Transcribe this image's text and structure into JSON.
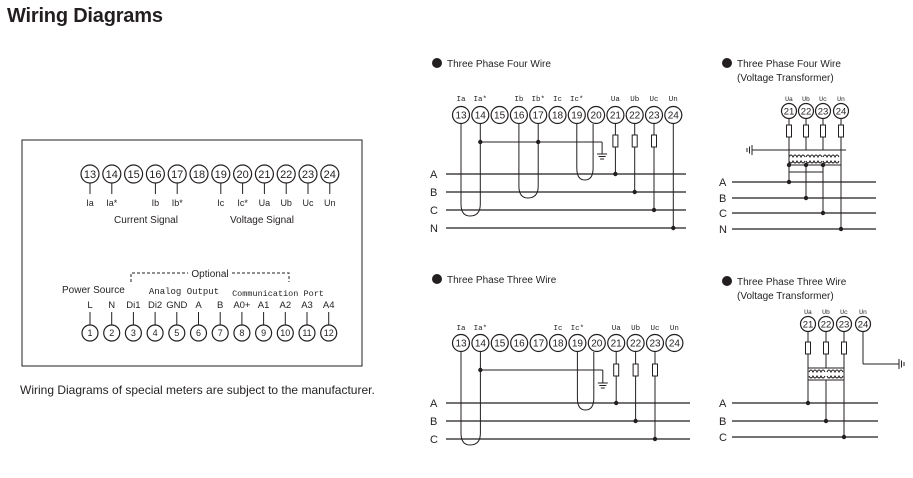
{
  "title": "Wiring Diagrams",
  "footnote": "Wiring Diagrams of special meters are subject to the manufacturer.",
  "meter": {
    "top_terminals": [
      "13",
      "14",
      "15",
      "16",
      "17",
      "18",
      "19",
      "20",
      "21",
      "22",
      "23",
      "24"
    ],
    "top_labels": [
      {
        "terminal": "13",
        "text": "Ia"
      },
      {
        "terminal": "14",
        "text": "Ia*"
      },
      {
        "terminal": "16",
        "text": "Ib"
      },
      {
        "terminal": "17",
        "text": "Ib*"
      },
      {
        "terminal": "19",
        "text": "Ic"
      },
      {
        "terminal": "20",
        "text": "Ic*"
      },
      {
        "terminal": "21",
        "text": "Ua"
      },
      {
        "terminal": "22",
        "text": "Ub"
      },
      {
        "terminal": "23",
        "text": "Uc"
      },
      {
        "terminal": "24",
        "text": "Un"
      }
    ],
    "current_signal": "Current Signal",
    "voltage_signal": "Voltage Signal",
    "optional": "Optional",
    "power_source": "Power Source",
    "analog_output": "Analog Output",
    "communication_port": "Communication Port",
    "bottom_labels": [
      "L",
      "N",
      "Di1",
      "Di2",
      "GND",
      "A",
      "B",
      "A0+",
      "A1",
      "A2",
      "A3",
      "A4"
    ],
    "bottom_terminals": [
      "1",
      "2",
      "3",
      "4",
      "5",
      "6",
      "7",
      "8",
      "9",
      "10",
      "11",
      "12"
    ]
  },
  "diagrams": [
    {
      "title": "Three Phase Four Wire",
      "subtitle": ""
    },
    {
      "title": "Three Phase Four Wire",
      "subtitle": "(Voltage Transformer)"
    },
    {
      "title": "Three Phase Three Wire",
      "subtitle": ""
    },
    {
      "title": "Three Phase Three Wire",
      "subtitle": "(Voltage Transformer)"
    }
  ],
  "phase_4w": [
    "A",
    "B",
    "C",
    "N"
  ],
  "phase_3w": [
    "A",
    "B",
    "C"
  ],
  "d1_labels": [
    {
      "terminal": "13",
      "text": "Ia"
    },
    {
      "terminal": "14",
      "text": "Ia*"
    },
    {
      "terminal": "16",
      "text": "Ib"
    },
    {
      "terminal": "17",
      "text": "Ib*"
    },
    {
      "terminal": "18",
      "text": "Ic"
    },
    {
      "terminal": "19",
      "text": "Ic*"
    },
    {
      "terminal": "21",
      "text": "Ua"
    },
    {
      "terminal": "22",
      "text": "Ub"
    },
    {
      "terminal": "23",
      "text": "Uc"
    },
    {
      "terminal": "24",
      "text": "Un"
    }
  ],
  "d3_labels": [
    {
      "terminal": "13",
      "text": "Ia"
    },
    {
      "terminal": "14",
      "text": "Ia*"
    },
    {
      "terminal": "18",
      "text": "Ic"
    },
    {
      "terminal": "19",
      "text": "Ic*"
    },
    {
      "terminal": "21",
      "text": "Ua"
    },
    {
      "terminal": "22",
      "text": "Ub"
    },
    {
      "terminal": "23",
      "text": "Uc"
    },
    {
      "terminal": "24",
      "text": "Un"
    }
  ],
  "vt_terminals": [
    "21",
    "22",
    "23",
    "24"
  ],
  "vt_labels": [
    "Ua",
    "Ub",
    "Uc",
    "Un"
  ]
}
